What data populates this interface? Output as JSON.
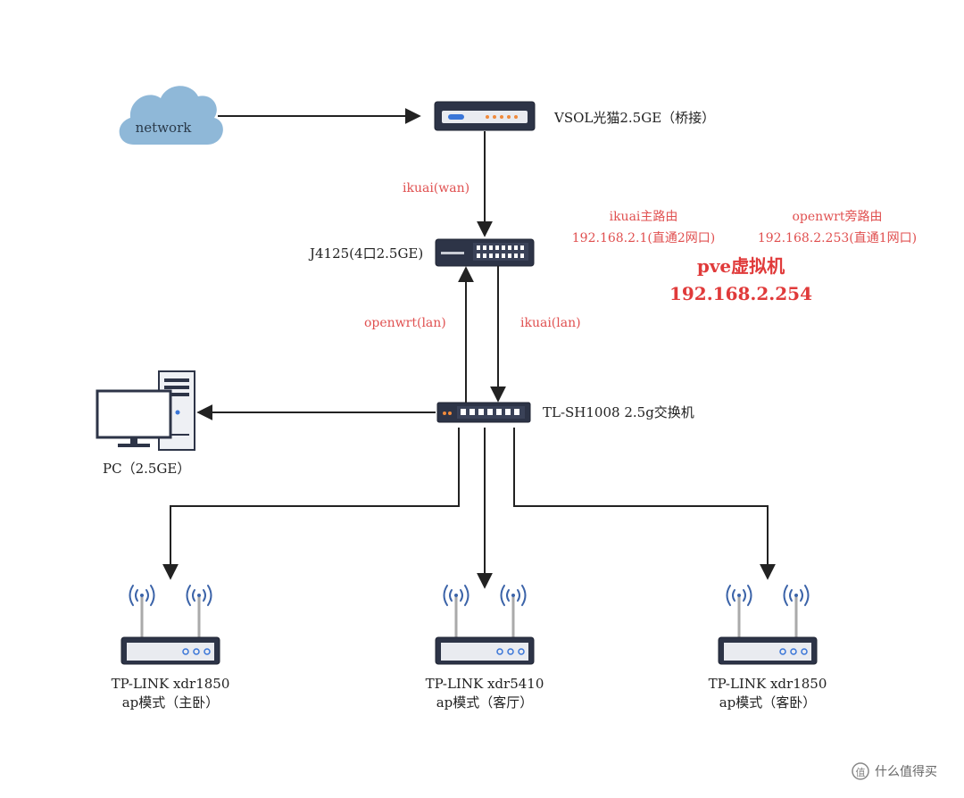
{
  "cloud": {
    "label": "network"
  },
  "modem": {
    "label": "VSOL光猫2.5GE（桥接）"
  },
  "router": {
    "label": "J4125(4口2.5GE)"
  },
  "switch": {
    "label": "TL-SH1008 2.5g交换机"
  },
  "pc": {
    "label": "PC（2.5GE）"
  },
  "links": {
    "modem_to_router": "ikuai(wan)",
    "switch_to_router": "openwrt(lan)",
    "router_to_switch": "ikuai(lan)"
  },
  "annotations": {
    "ikuai_main": {
      "line1": "ikuai主路由",
      "line2": "192.168.2.1(直通2网口)"
    },
    "openwrt_bypass": {
      "line1": "openwrt旁路由",
      "line2": "192.168.2.253(直通1网口)"
    },
    "pve": {
      "line1": "pve虚拟机",
      "line2": "192.168.2.254"
    }
  },
  "aps": [
    {
      "model": "TP-LINK xdr1850",
      "mode": "ap模式（主卧）"
    },
    {
      "model": "TP-LINK xdr5410",
      "mode": "ap模式（客厅）"
    },
    {
      "model": "TP-LINK xdr1850",
      "mode": "ap模式（客卧）"
    }
  ],
  "watermark": {
    "text": "什么值得买"
  },
  "colors": {
    "device_dark": "#2d3447",
    "device_border": "#1f2433",
    "panel_light": "#e9ebf0",
    "led_blue": "#3a76d8",
    "led_orange": "#f08a3c",
    "cloud": "#8fb8d8",
    "annotation_red": "#e05050",
    "wave_blue": "#3b63a8"
  }
}
